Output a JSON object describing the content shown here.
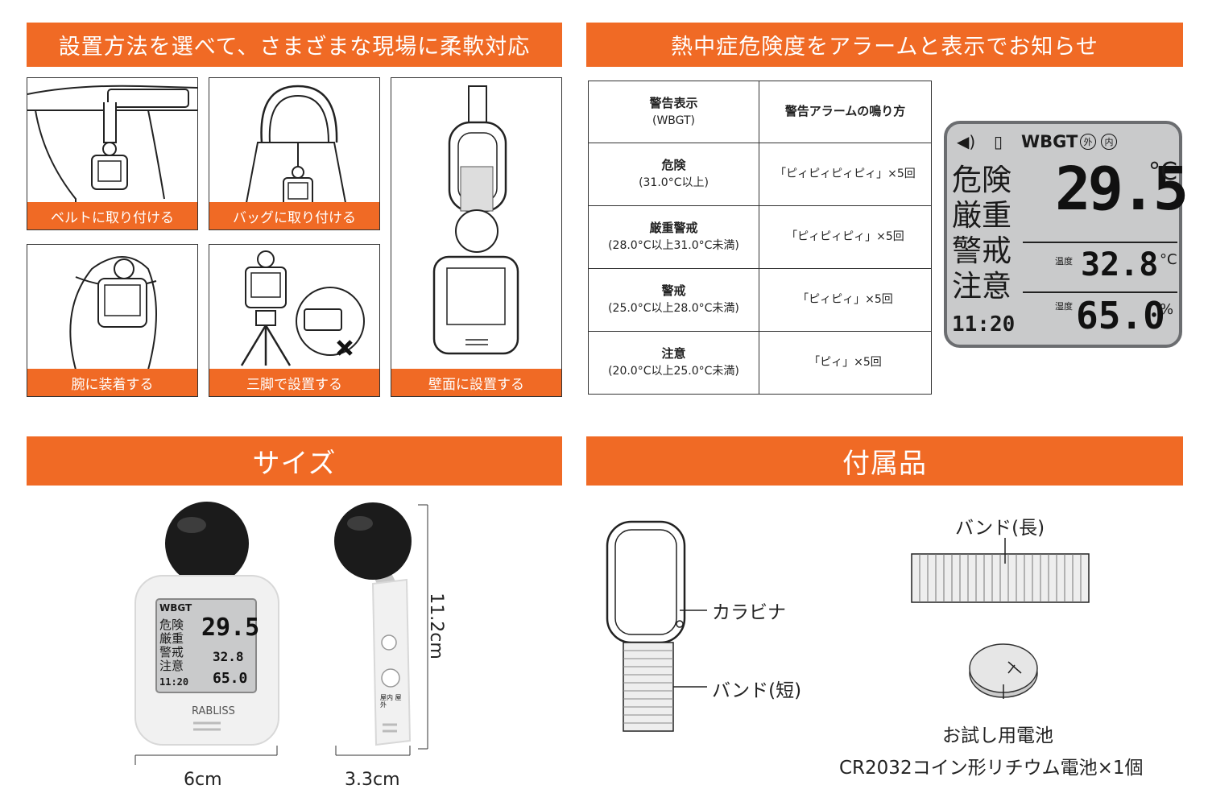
{
  "banners": {
    "install": "設置方法を選べて、さまざまな現場に柔軟対応",
    "alarm": "熱中症危険度をアラームと表示でお知らせ",
    "size": "サイズ",
    "accessories": "付属品"
  },
  "install_methods": [
    {
      "label": "ベルトに取り付ける"
    },
    {
      "label": "バッグに取り付ける"
    },
    {
      "label": "腕に装着する"
    },
    {
      "label": "三脚で設置する"
    },
    {
      "label": "壁面に設置する"
    }
  ],
  "warning_table": {
    "header": {
      "col1_title": "警告表示",
      "col1_sub": "(WBGT)",
      "col2": "警告アラームの鳴り方"
    },
    "rows": [
      {
        "level": "危険",
        "range": "(31.0°C以上)",
        "alarm": "「ピィピィピィピィ」×5回"
      },
      {
        "level": "厳重警戒",
        "range": "(28.0°C以上31.0°C未満)",
        "alarm": "「ピィピィピィ」×5回"
      },
      {
        "level": "警戒",
        "range": "(25.0°C以上28.0°C未満)",
        "alarm": "「ピィピィ」×5回"
      },
      {
        "level": "注意",
        "range": "(20.0°C以上25.0°C未満)",
        "alarm": "「ピィ」×5回"
      }
    ]
  },
  "lcd": {
    "wbgt_label": "WBGT",
    "outdoor_mark": "外",
    "indoor_mark": "内",
    "levels": [
      "危険",
      "厳重",
      "警戒",
      "注意"
    ],
    "wbgt_value": "29.5",
    "wbgt_unit": "°C",
    "temp_label": "温度",
    "temp_value": "32.8",
    "temp_unit": "°C",
    "humidity_label": "湿度",
    "humidity_value": "65.0",
    "humidity_unit": "%",
    "time": "11:20"
  },
  "size": {
    "brand": "RABLISS",
    "width": "6cm",
    "depth": "3.3cm",
    "height": "11.2cm",
    "side_button_label": "屋内 屋外"
  },
  "accessories": {
    "carabiner": "カラビナ",
    "band_short": "バンド(短)",
    "band_long": "バンド(長)",
    "battery": "お試し用電池",
    "battery_spec": "CR2032コイン形リチウム電池×1個"
  }
}
